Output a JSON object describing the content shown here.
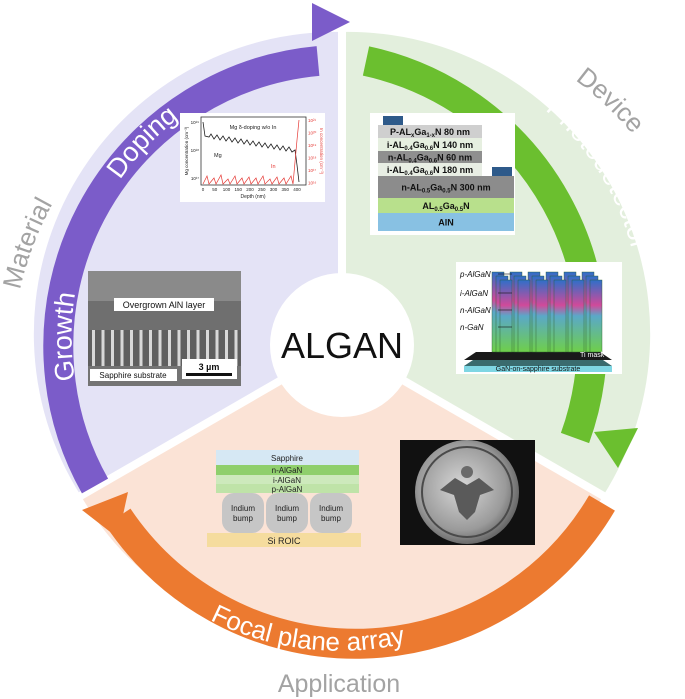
{
  "center": {
    "title": "ALGAN"
  },
  "categories": {
    "material": "Material",
    "device": "Device",
    "application": "Application"
  },
  "arcs": {
    "growth": "Growth",
    "doping": "Doping",
    "photodetector": "Photodetector",
    "focal_plane_array": "Focal plane array"
  },
  "colors": {
    "material_arrow": "#7b5cc9",
    "material_bg": "#e4e3f6",
    "device_arrow": "#6bbf2f",
    "device_bg": "#e3efdd",
    "application_arrow": "#ec7a30",
    "application_bg": "#fbe3d6",
    "category_text": "#a3a3a3"
  },
  "sem_image": {
    "top_label": "Overgrown AlN layer",
    "bottom_label": "Sapphire substrate",
    "scale_bar": "3 µm"
  },
  "doping_plot": {
    "title": "Mg δ-doping w/o In",
    "series_mg": "Mg",
    "series_in": "In",
    "xlabel": "Depth (nm)",
    "ylabel_left": "Mg concentration (cm⁻³)",
    "ylabel_right": "In concentration (cm⁻³)",
    "x_ticks": [
      "0",
      "50",
      "100",
      "150",
      "200",
      "250",
      "300",
      "350",
      "400"
    ],
    "y_ticks_left": [
      "10¹⁹",
      "10¹⁸",
      "10¹⁷"
    ],
    "y_ticks_right": [
      "10²¹",
      "10²⁰",
      "10¹⁹",
      "10¹⁸",
      "10¹⁷",
      "10¹⁶"
    ]
  },
  "layer_stack": {
    "layers": [
      "P-AL",
      "i-AL",
      "n-AL",
      "i-AL",
      "n-AL",
      "AL",
      "AlN"
    ],
    "layer_subs": [
      [
        "x",
        "Ga",
        "1-x",
        "N 80 nm"
      ],
      [
        "0.4",
        "Ga",
        "0.6",
        "N 140 nm"
      ],
      [
        "0.4",
        "Ga",
        "0.6",
        "N 60 nm"
      ],
      [
        "0.4",
        "Ga",
        "0.6",
        "N 180 nm"
      ],
      [
        "0.5",
        "Ga",
        "0.5",
        "N 300 nm"
      ],
      [
        "0.5",
        "Ga",
        "0.5",
        "N"
      ],
      [
        "",
        "",
        "",
        ""
      ]
    ]
  },
  "nanowire": {
    "labels": [
      "p-AlGaN",
      "i-AlGaN",
      "n-AlGaN",
      "n-GaN"
    ],
    "mask_label": "Ti mask",
    "substrate_label": "GaN-on-sapphire substrate"
  },
  "fpa_stack": {
    "sapphire": "Sapphire",
    "n_layer": "n-AlGaN",
    "i_layer": "i-AlGaN",
    "p_layer": "p-AlGaN",
    "bump": "Indium bump",
    "roic": "Si ROIC"
  }
}
